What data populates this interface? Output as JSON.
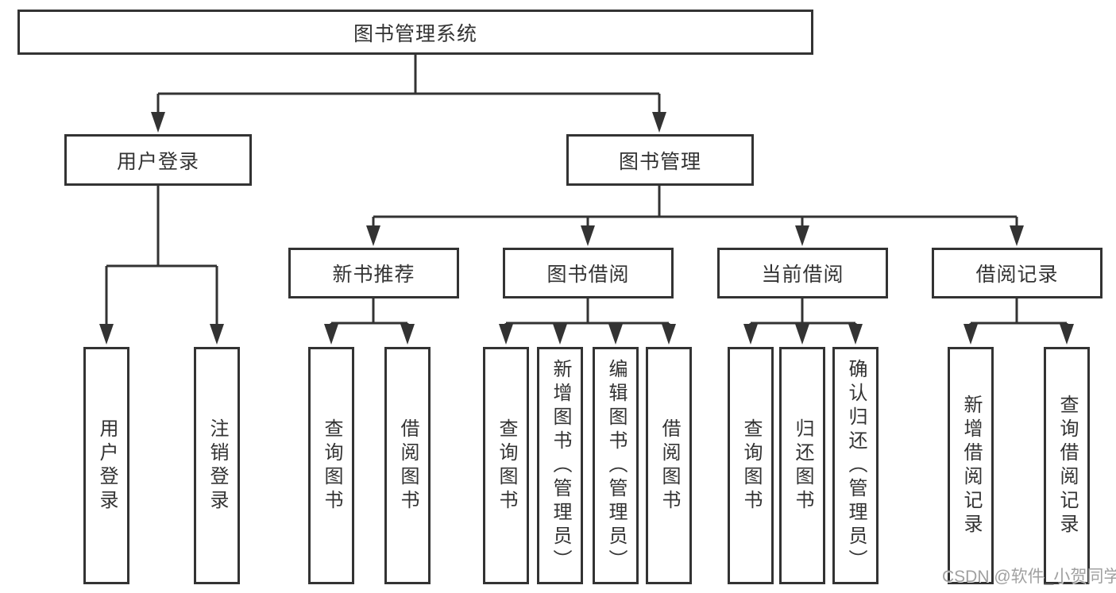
{
  "diagram": {
    "root": "图书管理系统",
    "level1": [
      "用户登录",
      "图书管理"
    ],
    "level2": [
      "新书推荐",
      "图书借阅",
      "当前借阅",
      "借阅记录"
    ],
    "leaves_user_login": [
      "用户登录",
      "注销登录"
    ],
    "leaves_new_book": [
      "查询图书",
      "借阅图书"
    ],
    "leaves_book_borrow": [
      "查询图书",
      "新增图书（管理员）",
      "编辑图书（管理员）",
      "借阅图书"
    ],
    "leaves_current_borrow": [
      "查询图书",
      "归还图书",
      "确认归还（管理员）"
    ],
    "leaves_borrow_record": [
      "新增借阅记录",
      "查询借阅记录"
    ]
  },
  "watermark": {
    "text": "CSDN @软件_小贺同学"
  },
  "colors": {
    "line": "#333333",
    "text": "#333333",
    "background": "#ffffff",
    "watermark": "#989898"
  }
}
